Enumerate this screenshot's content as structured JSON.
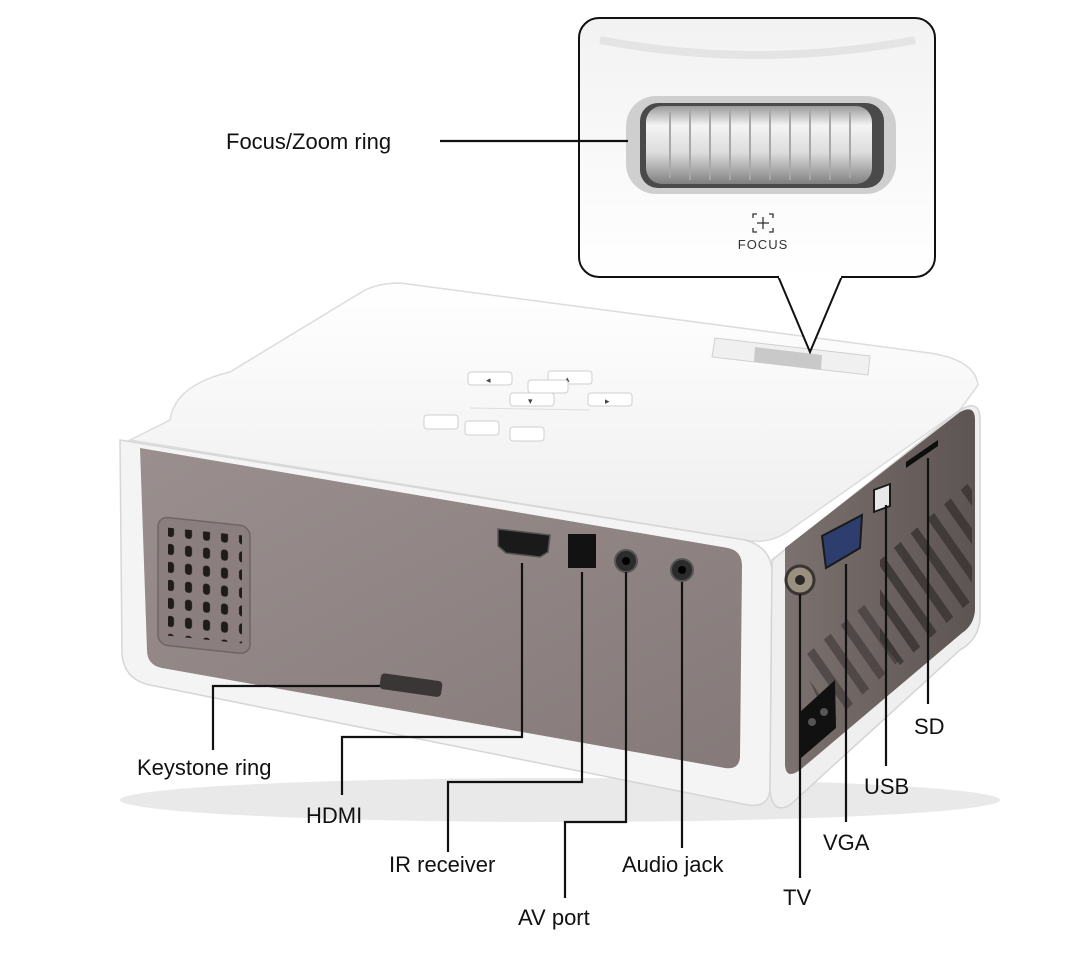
{
  "labels": {
    "focus_zoom_ring": "Focus/Zoom ring",
    "focus_mark": "FOCUS",
    "keystone_ring": "Keystone ring",
    "hdmi": "HDMI",
    "ir_receiver": "IR receiver",
    "av_port": "AV port",
    "audio_jack": "Audio jack",
    "tv": "TV",
    "vga": "VGA",
    "usb": "USB",
    "sd": "SD"
  },
  "colors": {
    "body_white": "#f6f6f6",
    "panel_taupe": "#8d8281",
    "panel_dark": "#6e6564",
    "port_black": "#1a1a1a"
  }
}
